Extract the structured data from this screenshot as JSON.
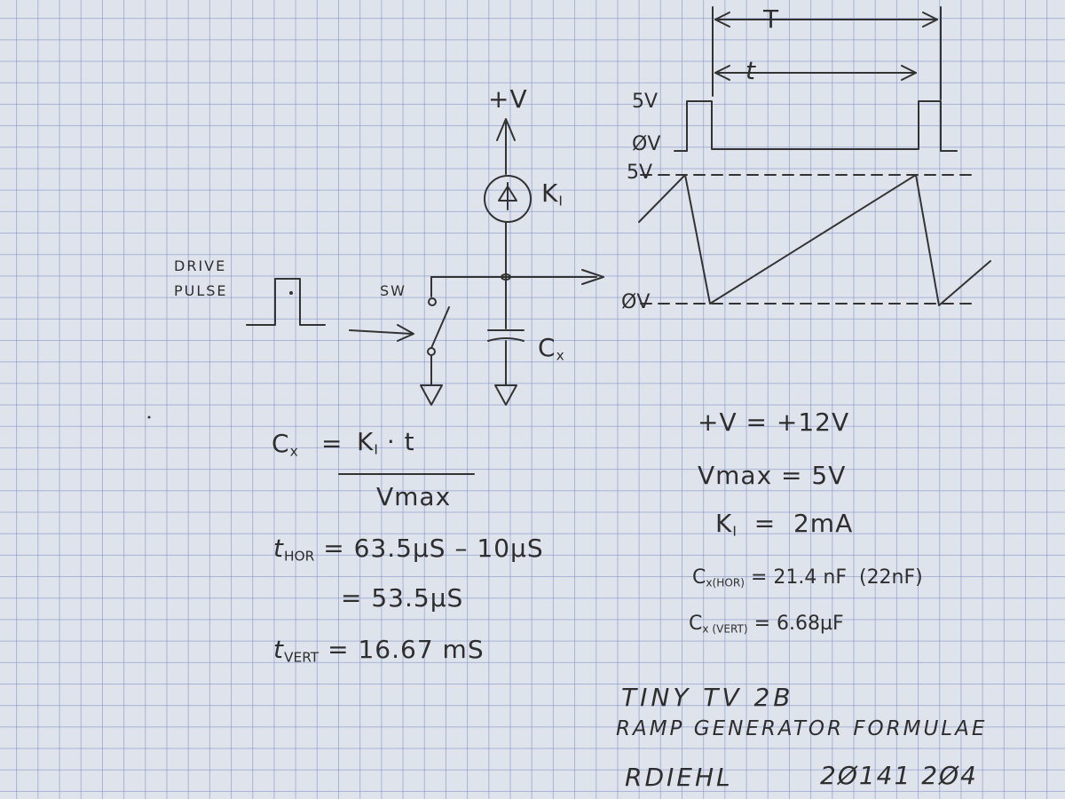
{
  "signals": {
    "top_5v": "5V",
    "top_0v": "ØV",
    "ramp_5v": "5V",
    "ramp_0v": "ØV",
    "period_big": "T",
    "period_small": "t"
  },
  "circuit": {
    "supply": "+V",
    "current_source": "K",
    "current_source_sub": "I",
    "drive_line1": "DRIVE",
    "drive_line2": "PULSE",
    "switch": "SW",
    "cap": "C",
    "cap_sub": "x"
  },
  "formulas": {
    "cx_lhs": "C",
    "cx_lhs_sub": "x",
    "cx_eq": "=",
    "cx_num": "K",
    "cx_num_sub": "I",
    "cx_num_rest": "· t",
    "cx_den": "Vmax",
    "thor_t": "t",
    "thor_sub": "HOR",
    "thor_rest": "= 63.5µS – 10µS",
    "thor_result": "= 53.5µS",
    "tvert_t": "t",
    "tvert_sub": "VERT",
    "tvert_rest": "= 16.67 mS"
  },
  "values": {
    "vplus": "+V  =  +12V",
    "vmax": "Vmax = 5V",
    "ki_k": "K",
    "ki_sub": "I",
    "ki_rest": "  =  2mA",
    "cxhor_c": "C",
    "cxhor_sub": "x(HOR)",
    "cxhor_rest": " = 21.4 nF  (22nF)",
    "cxvert_c": "C",
    "cxvert_sub": "x (VERT)",
    "cxvert_rest": " = 6.68µF"
  },
  "title": {
    "line1": "TINY TV 2B",
    "line2": "RAMP GENERATOR FORMULAE",
    "author": "RDIEHL",
    "date": "2Ø141 2Ø4"
  }
}
